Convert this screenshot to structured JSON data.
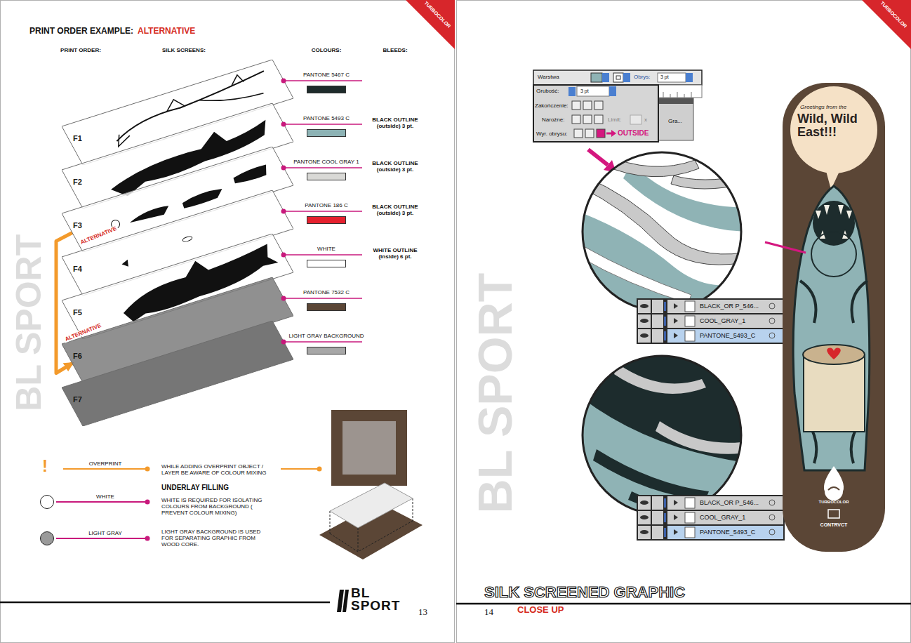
{
  "diagram": {
    "title": "PRINT ORDER EXAMPLE:",
    "nodes": [
      {
        "text": [
          "F1"
        ]
      },
      {
        "text": [
          "F2"
        ]
      },
      {
        "text": [
          "F3"
        ]
      },
      {
        "text": [
          "F4"
        ]
      },
      {
        "text": [
          "F5"
        ]
      },
      {
        "text": [
          "F6"
        ]
      },
      {
        "text": [
          "F7"
        ]
      }
    ],
    "edges": [
      {
        "from": 2,
        "to": 5,
        "arrow": "to",
        "label": "ALTERNATIVE"
      }
    ],
    "labels": [
      "ALTERNATIVE",
      "PRINT ORDER:",
      "SILK SCREENS:",
      "COLOURS:",
      "BLEEDS:",
      "BLACK OUTLINE (outside) 3 pt.",
      "BLACK OUTLINE (outside) 3 pt.",
      "BLACK OUTLINE (outside) 3 pt.",
      "WHITE OUTLINE (inside) 6 pt.",
      "ALTERNATIVE",
      "!",
      "WHILE ADDING OVERPRINT OBJECT / LAYER BE AWARE OF COLOUR MIXING",
      "UNDERLAY FILLING",
      "WHITE IS REQUIRED FOR ISOLATING COLOURS FROM BACKGROUND ( PREVENT COLOUR MIXING)",
      "LIGHT GRAY BACKGROUND IS USED FOR SEPARATING GRAPHIC FROM WOOD CORE.",
      "TURBOCOLOR",
      "BL SPORT",
      "13",
      "TURBOCOLOR",
      "Warstwa",
      "Obrys:",
      "3 pt",
      "Grubość:",
      "3 pt",
      "Zakończenie:",
      "Narożne:",
      "Limit:",
      "x",
      "Wyr. obrysu:",
      "OUTSIDE",
      "Gra...",
      "BLACK_OR P_546...",
      "COOL_GRAY_1",
      "PANTONE_5493_C",
      "BLACK_OR P_546...",
      "COOL_GRAY_1",
      "PANTONE_5493_C",
      "Greetings from the",
      "Wild, Wild East!!!",
      "TURBOCOLOR",
      "CONTRVCT",
      "SILK SCREENED GRAPHIC",
      "CLOSE UP",
      "14",
      "BL SPORT",
      "BL SPORT"
    ],
    "legend": [
      {
        "text": "PANTONE 5467 C",
        "color": "#1e2b2b"
      },
      {
        "text": "PANTONE 5493 C",
        "color": "#8db3b5"
      },
      {
        "text": "PANTONE COOL GRAY 1",
        "color": "#d9d9d6"
      },
      {
        "text": "PANTONE 186 C",
        "color": "#e5202e"
      },
      {
        "text": "WHITE",
        "color": "#ffffff"
      },
      {
        "text": "PANTONE 7532 C",
        "color": "#5b4636"
      },
      {
        "text": "LIGHT GRAY BACKGROUND",
        "color": "#a7a7a7"
      },
      {
        "text": "OVERPRINT"
      },
      {
        "text": "WHITE",
        "color": "#ffffff"
      },
      {
        "text": "LIGHT GRAY",
        "color": "#9a9a9a"
      }
    ]
  }
}
